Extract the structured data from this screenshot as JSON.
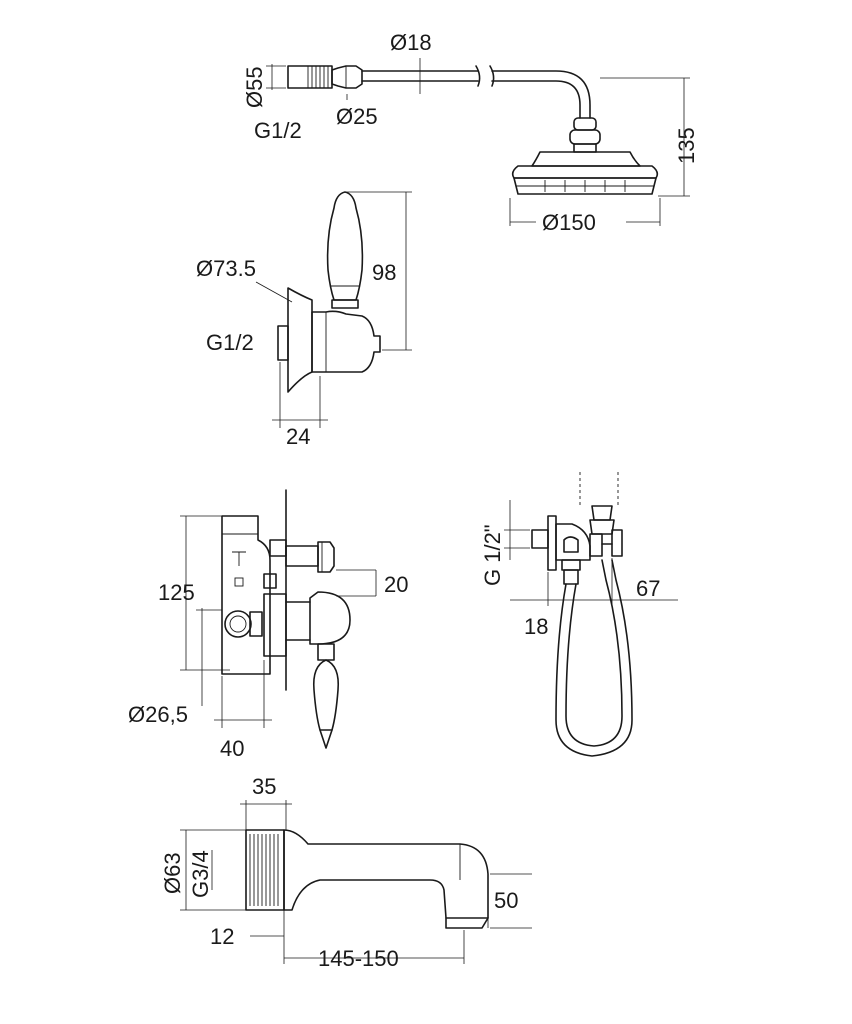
{
  "shower_head": {
    "inlet_diameter": "Ø55",
    "inlet_thread": "G1/2",
    "nut_diameter": "Ø25",
    "arm_diameter": "Ø18",
    "head_diameter": "Ø150",
    "height": "135"
  },
  "wall_valve": {
    "flange_diameter": "Ø73.5",
    "thread": "G1/2",
    "height": "98",
    "depth": "24"
  },
  "concealed_diverter": {
    "height": "125",
    "outlet": "20",
    "pipe_diameter": "Ø26,5",
    "body_depth": "40"
  },
  "hand_shower_elbow": {
    "thread": "G 1/2\"",
    "depth": "18",
    "projection": "67"
  },
  "spout": {
    "flange_depth": "35",
    "flange_diameter": "Ø63",
    "thread": "G3/4",
    "offset": "12",
    "projection": "145-150",
    "drop": "50"
  }
}
